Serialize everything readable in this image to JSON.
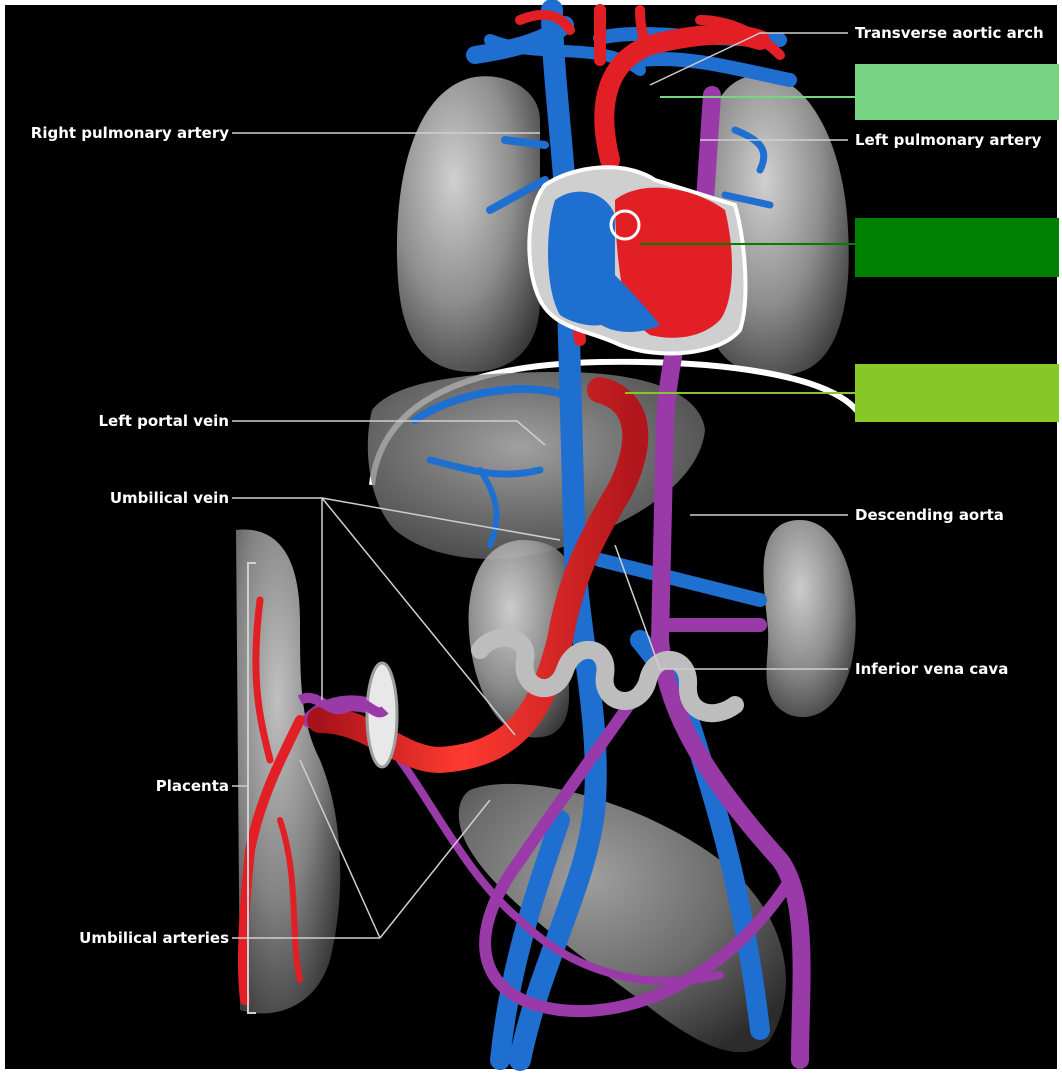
{
  "labels": {
    "transverse_aortic_arch": "Transverse aortic arch",
    "right_pulmonary_artery": "Right pulmonary artery",
    "left_pulmonary_artery": "Left pulmonary artery",
    "left_portal_vein": "Left portal vein",
    "umbilical_vein": "Umbilical vein",
    "descending_aorta": "Descending aorta",
    "inferior_vena_cava": "Inferior vena cava",
    "placenta": "Placenta",
    "umbilical_arteries": "Umbilical arteries"
  },
  "answer_boxes": [
    {
      "color": "#77d483"
    },
    {
      "color": "#008000"
    },
    {
      "color": "#88c826"
    }
  ],
  "colors": {
    "background": "#000000",
    "artery": "#e31f26",
    "vein": "#1e6fd0",
    "mixed": "#9a3aa8",
    "organ": "#8a8a8a",
    "leader": "#cfcfcf"
  }
}
